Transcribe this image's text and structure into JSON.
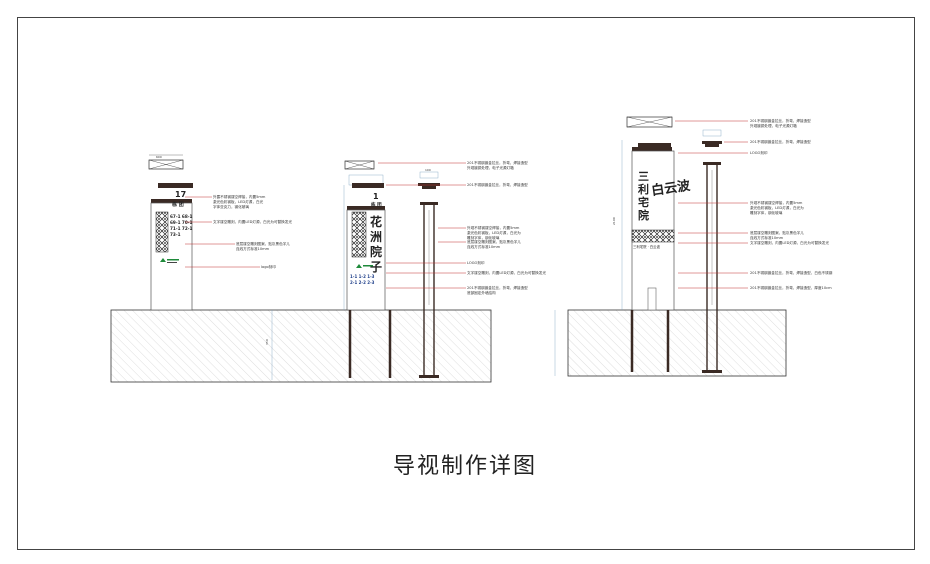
{
  "caption": "导视制作详图",
  "sign1": {
    "number": "17",
    "building_label": "栋 团",
    "units": [
      "67-1 68-1",
      "69-1 70-1",
      "71-1 72-1",
      "73-1"
    ],
    "notes": [
      "外露不锈钢镂空焊接，内置5mm",
      "激光色彩钢板，LED灯源，白光",
      "字体亚克力，钢化玻璃",
      "文字镂空雕刻，内置LED灯源，白光为可替换发光",
      "底层镂空雕刻图案，贴灰黑色字儿",
      "连线方式标准10mm",
      "logo刻印"
    ]
  },
  "sign2": {
    "number": "1",
    "building_label": "栋 团",
    "name_chars": [
      "花",
      "洲",
      "院",
      "子"
    ],
    "units": [
      "1-1 1-2 1-3",
      "2-1 2-2 2-3"
    ],
    "notes": [
      "201不锈钢镀金拉丝，折弯，焊接造型",
      "外观镀铜处理，电子光源灯箱",
      "201不锈钢镀金拉丝，折弯，焊接造型",
      "外观不锈钢镂空焊接，内置5mm",
      "激光色彩钢板，LED灯源，白光为",
      "雕刻字体，钢化玻璃",
      "底层镂空雕刻图案，贴灰黑色字儿",
      "连线方式标准10mm",
      "LOGO刻印",
      "文字镂空雕刻，内置LED灯源，白光为可替换发光",
      "201不锈钢镀金拉丝，折弯，焊接造型",
      "底部固定外墙结构"
    ]
  },
  "sign3": {
    "name_chars": [
      "三",
      "利",
      "宅",
      "院"
    ],
    "brand": "白云波",
    "footer": "三利宅院 · 白云波",
    "notes": [
      "201不锈钢镀金拉丝，折弯，焊接造型",
      "外观镀铜处理，电子光源灯箱",
      "201不锈钢镀金拉丝，折弯，焊接造型",
      "LOGO刻印",
      "外观不锈钢镂空焊接，内置5mm",
      "激光色彩钢板，LED灯源，白光为",
      "雕刻字体，钢化玻璃",
      "底层镂空雕刻图案，贴灰黑色字儿",
      "连线方式标准10mm",
      "文字镂空雕刻，内置LED灯源，白光为可替换发光",
      "201不锈钢镀金拉丝，折弯，焊接造型，白色不锈钢",
      "201不锈钢镀金拉丝，折弯，焊接造型，厚度10cm"
    ]
  },
  "dimension_labels": [
    "600",
    "100",
    "2100",
    "350"
  ]
}
